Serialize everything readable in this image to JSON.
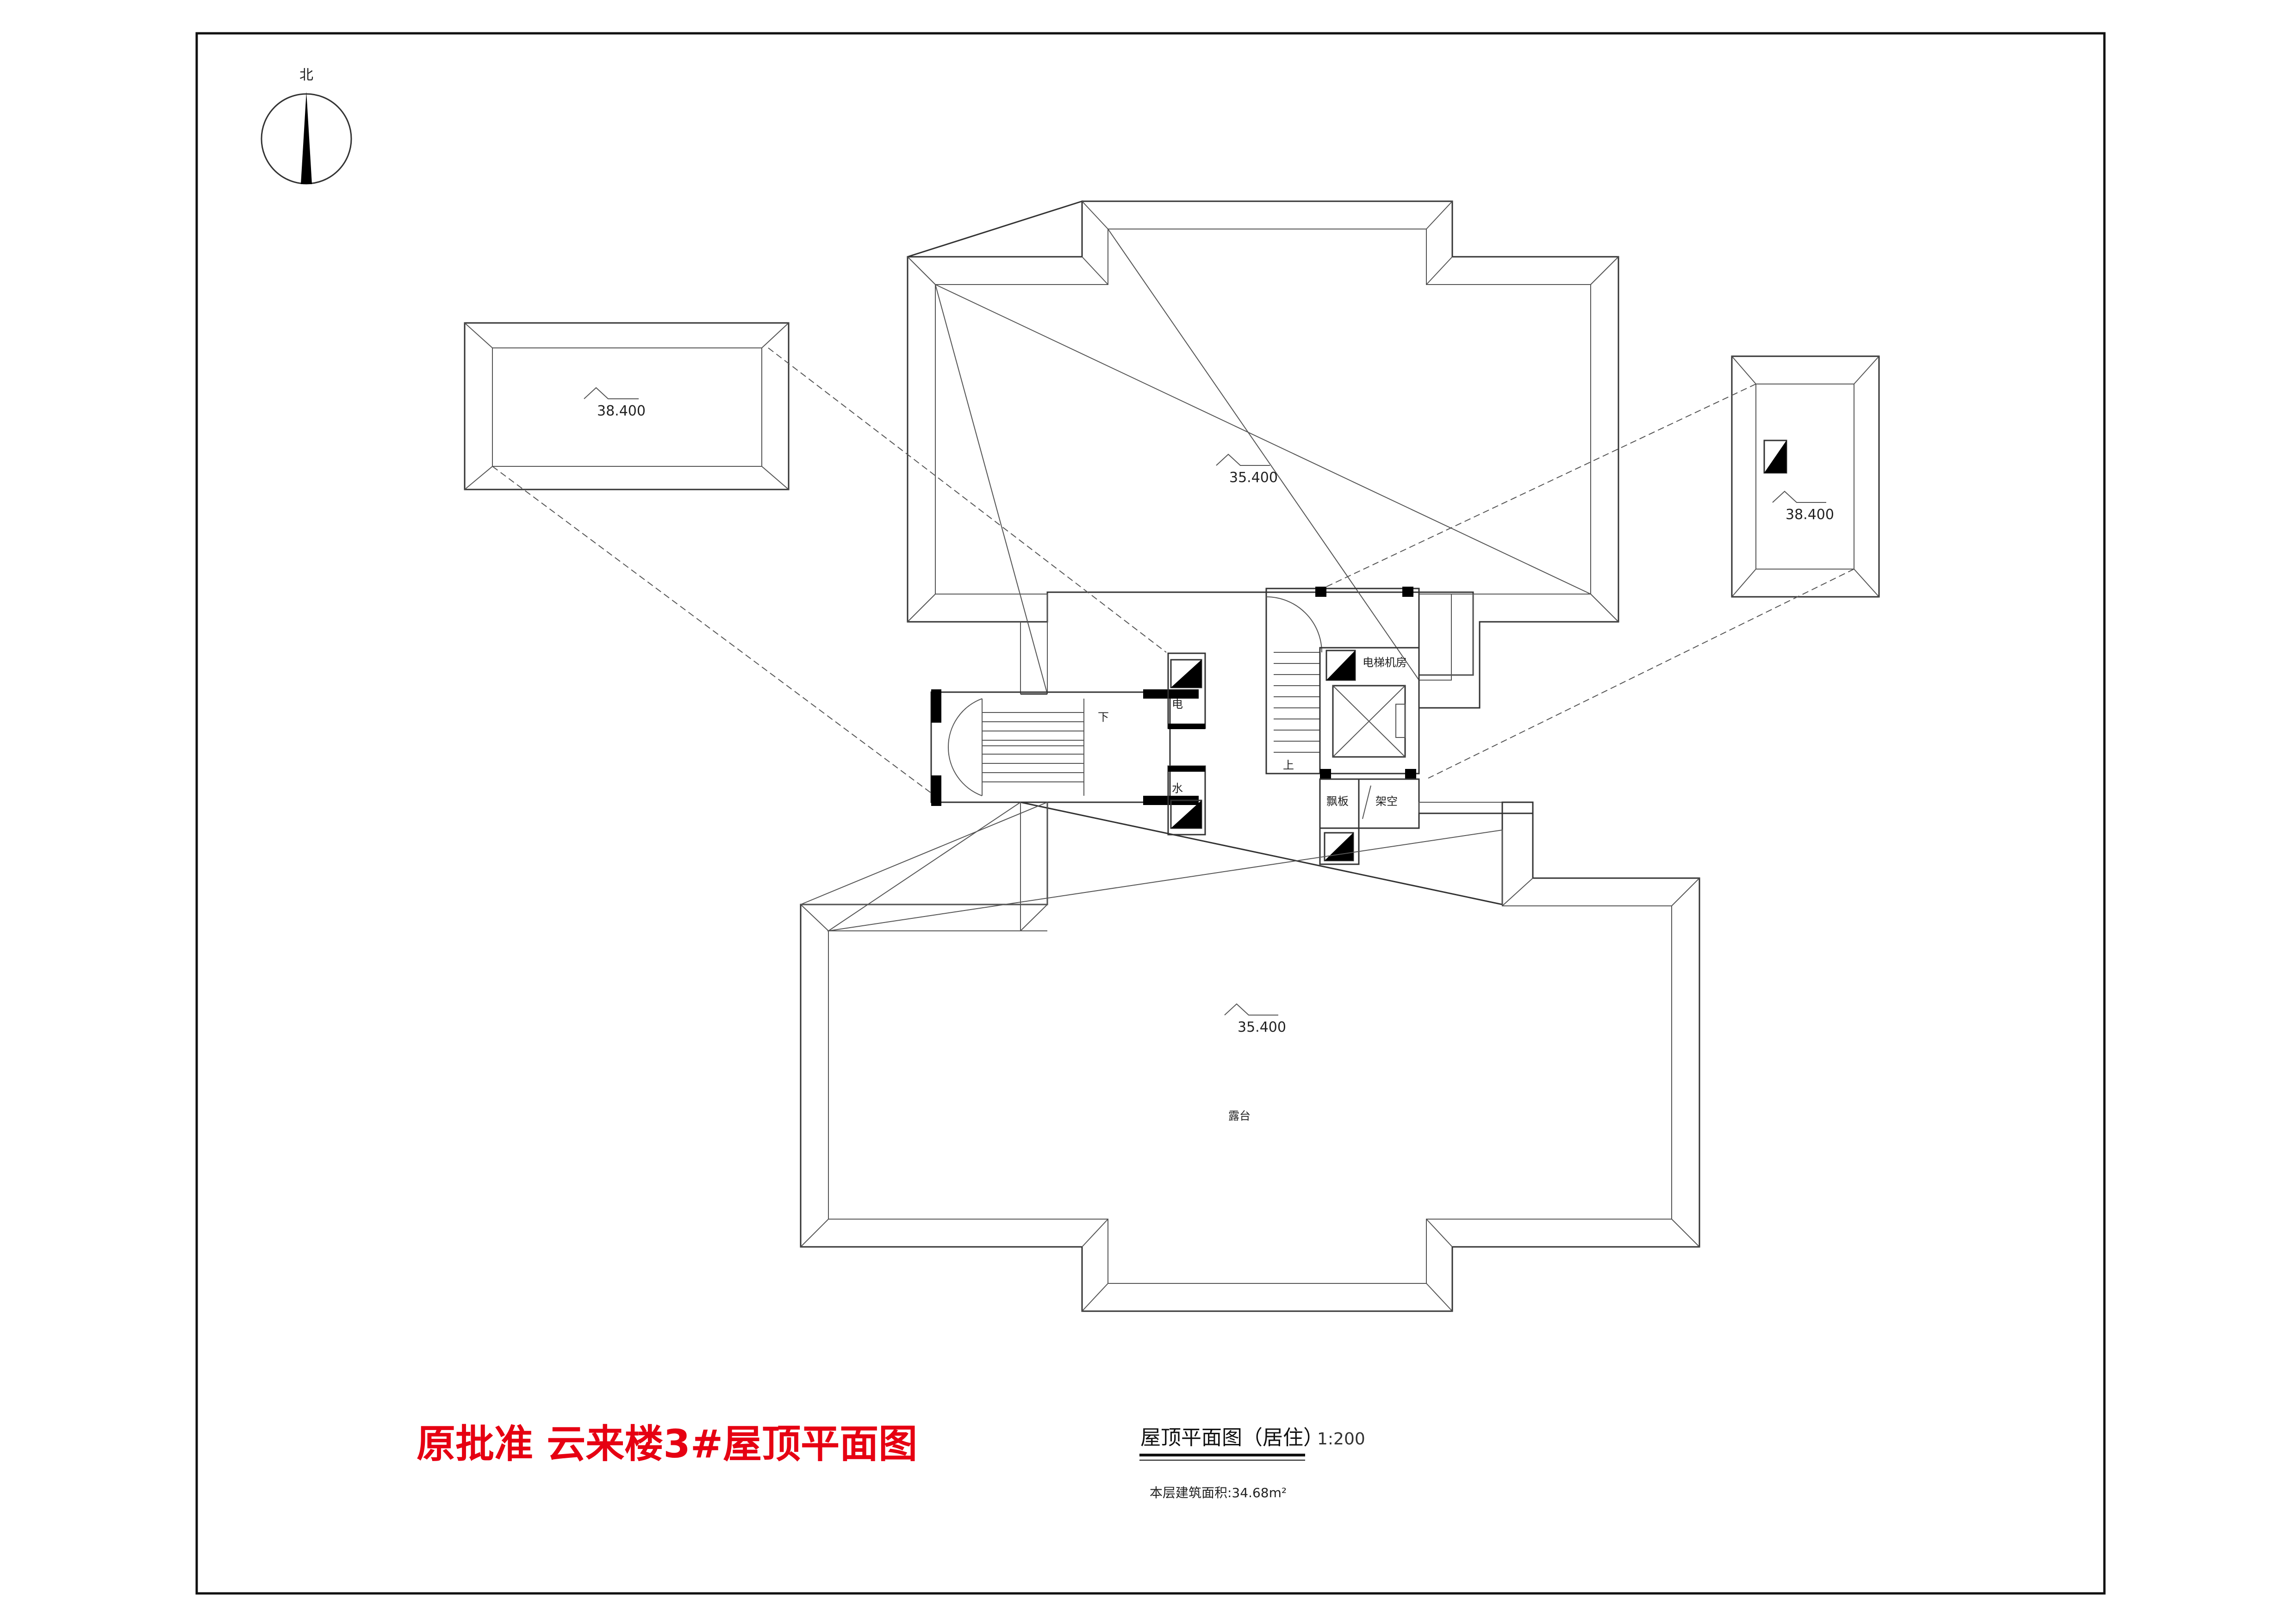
{
  "north_label": "北",
  "elevations": {
    "left_roof": "38.400",
    "upper_terrace": "35.400",
    "right_roof": "38.400",
    "lower_terrace": "35.400"
  },
  "rooms": {
    "electric": "电",
    "water": "水",
    "down": "下",
    "up": "上",
    "elevator_machine_room": "电梯机房",
    "bay_window": "飘板",
    "void": "架空",
    "terrace": "露台"
  },
  "title_red": "原批准  云来楼3#屋顶平面图",
  "plan_title": "屋顶平面图（居住）",
  "scale": "1:200",
  "floor_area": "本层建筑面积:34.68m²"
}
